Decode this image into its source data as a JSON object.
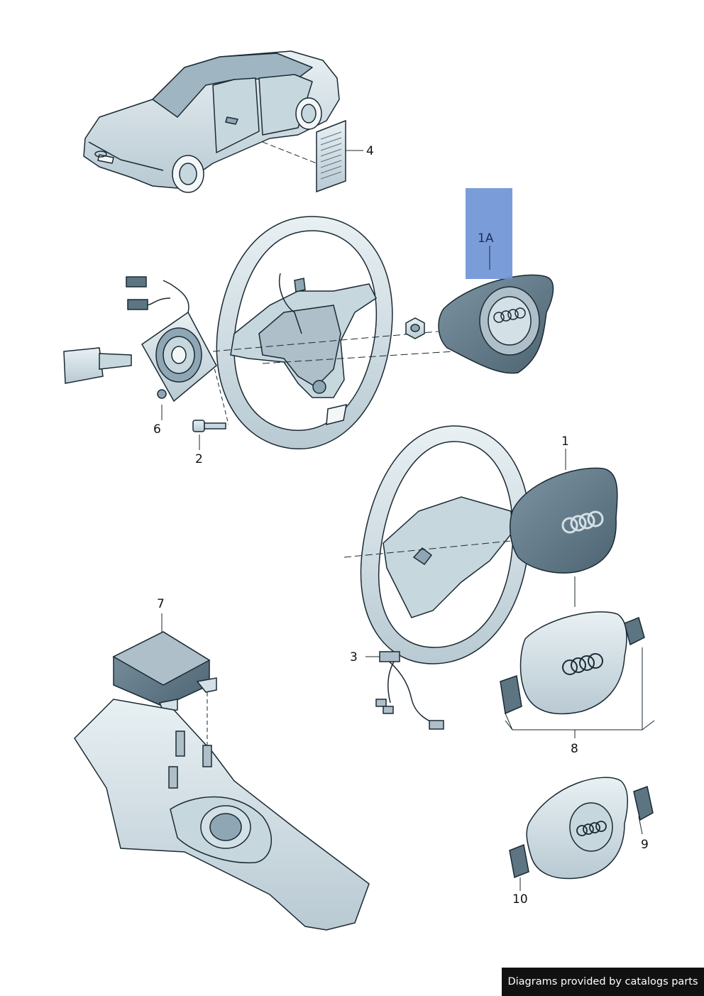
{
  "diagram": {
    "highlight": {
      "label": "1A",
      "fill": "#6f95d6"
    },
    "callouts": [
      {
        "id": "1",
        "label": "1"
      },
      {
        "id": "1A",
        "label": "1A"
      },
      {
        "id": "2",
        "label": "2"
      },
      {
        "id": "3",
        "label": "3"
      },
      {
        "id": "4",
        "label": "4"
      },
      {
        "id": "6",
        "label": "6"
      },
      {
        "id": "7",
        "label": "7"
      },
      {
        "id": "8",
        "label": "8"
      },
      {
        "id": "9",
        "label": "9"
      },
      {
        "id": "10",
        "label": "10"
      }
    ],
    "colors": {
      "part_fill": "#d3e0e6",
      "part_dark": "#8fa6b4",
      "line": "#1a2a33",
      "airbag_dark": "#5d7482"
    }
  },
  "footer": {
    "credit": "Diagrams provided by catalogs parts"
  }
}
